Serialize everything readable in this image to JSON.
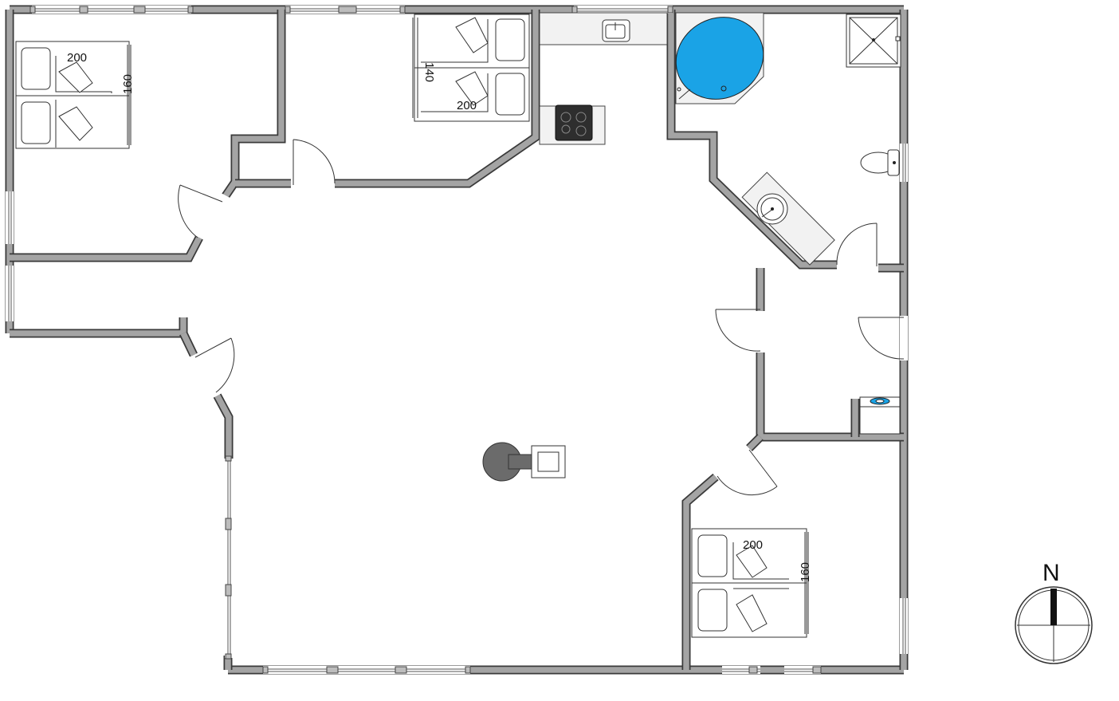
{
  "plan": {
    "bed_labels": [
      {
        "id": "bedroom-nw",
        "length": "200",
        "width": "160"
      },
      {
        "id": "bedroom-n",
        "length": "200",
        "width": "140"
      },
      {
        "id": "bedroom-se",
        "length": "200",
        "width": "160"
      }
    ],
    "compass": {
      "label": "N"
    },
    "colors": {
      "wall": "#9a9a9a",
      "wall_outline": "#3a3a3a",
      "spa": "#1aa3e6",
      "stove": "#6b6b6b"
    }
  }
}
